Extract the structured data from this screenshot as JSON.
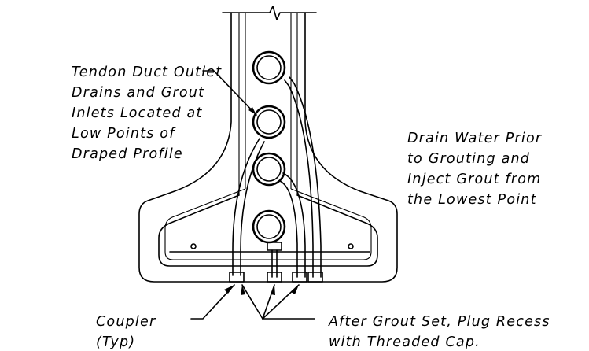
{
  "labels": {
    "tendon_note": [
      "Tendon Duct Outlet",
      "Drains and Grout",
      "Inlets Located at",
      "Low Points of",
      "Draped Profile"
    ],
    "drain_note": [
      "Drain Water Prior",
      "to Grouting and",
      "Inject Grout from",
      "the Lowest Point"
    ],
    "coupler_note": [
      "Coupler",
      "(Typ)"
    ],
    "plug_note": [
      "After Grout Set, Plug Recess",
      "with Threaded Cap."
    ]
  },
  "colors": {
    "line": "#000000",
    "background": "#ffffff"
  }
}
